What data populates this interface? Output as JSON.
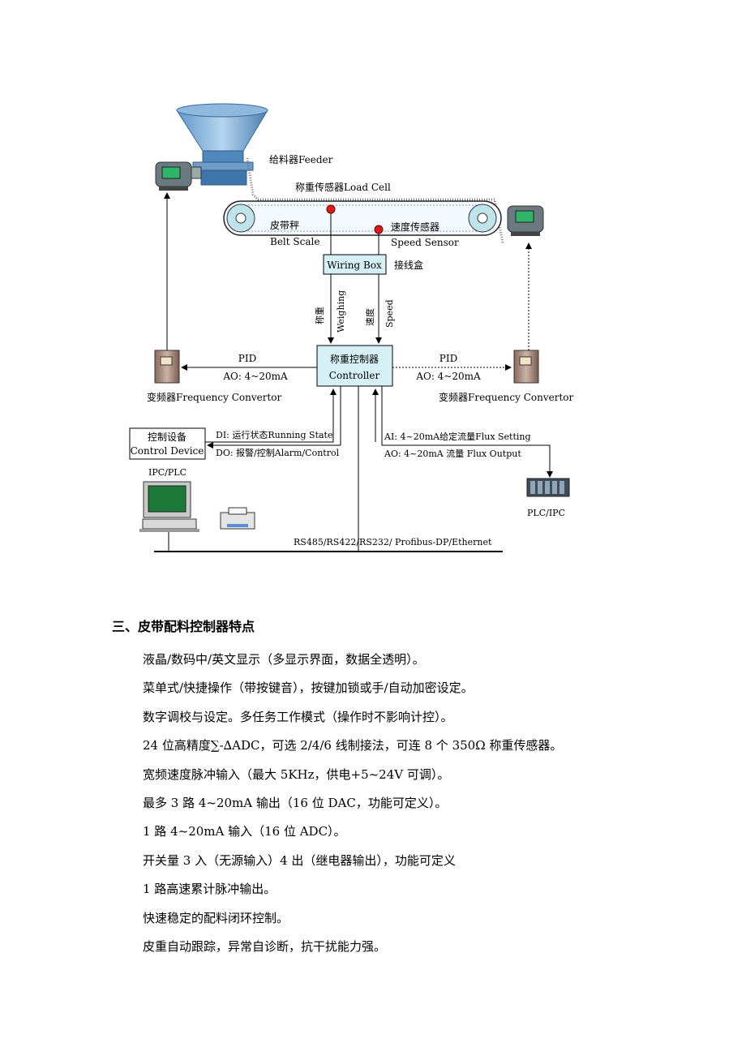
{
  "diagram": {
    "feeder": "给料器Feeder",
    "load_cell": "称重传感器Load Cell",
    "belt_scale_cn": "皮带秤",
    "belt_scale_en": "Belt Scale",
    "speed_sensor_cn": "速度传感器",
    "speed_sensor_en": "Speed Sensor",
    "wiring_box": "Wiring Box",
    "wiring_box_cn": "接线盒",
    "weighing_cn": "称重",
    "weighing_en": "Weighing",
    "speed_cn": "速度",
    "speed_en": "Speed",
    "controller_cn": "称重控制器",
    "controller_en": "Controller",
    "pid_left": "PID",
    "ao_left": "AO: 4~20mA",
    "pid_right": "PID",
    "ao_right": "AO: 4~20mA",
    "vfd_left": "变频器Frequency Convertor",
    "vfd_right": "变频器Frequency Convertor",
    "control_device_cn": "控制设备",
    "control_device_en": "Control Device",
    "di": "DI: 运行状态Running State",
    "do": "DO: 报警/控制Alarm/Control",
    "ai": "AI: 4~20mA给定流量Flux Setting",
    "ao_flux": "AO: 4~20mA  流量  Flux Output",
    "ipc_plc": "IPC/PLC",
    "plc_ipc": "PLC/IPC",
    "bus": "RS485/RS422/RS232/ Profibus-DP/Ethernet"
  },
  "section": {
    "title": "三、皮带配料控制器特点",
    "items": [
      "液晶/数码中/英文显示（多显示界面，数据全透明）。",
      "菜单式/快捷操作（带按键音），按键加锁或手/自动加密设定。",
      "数字调校与设定。多任务工作模式（操作时不影响计控）。",
      "24 位高精度∑-∆ADC，可选 2/4/6 线制接法，可连 8 个 350Ω 称重传感器。",
      "宽频速度脉冲输入（最大 5KHz，供电+5~24V 可调）。",
      "最多 3 路 4~20mA 输出（16 位 DAC，功能可定义）。",
      "1 路 4~20mA 输入（16 位 ADC）。",
      "开关量 3 入（无源输入）4 出（继电器输出），功能可定义",
      "1 路高速累计脉冲输出。",
      "快速稳定的配料闭环控制。",
      "皮重自动跟踪，异常自诊断，抗干扰能力强。"
    ]
  }
}
